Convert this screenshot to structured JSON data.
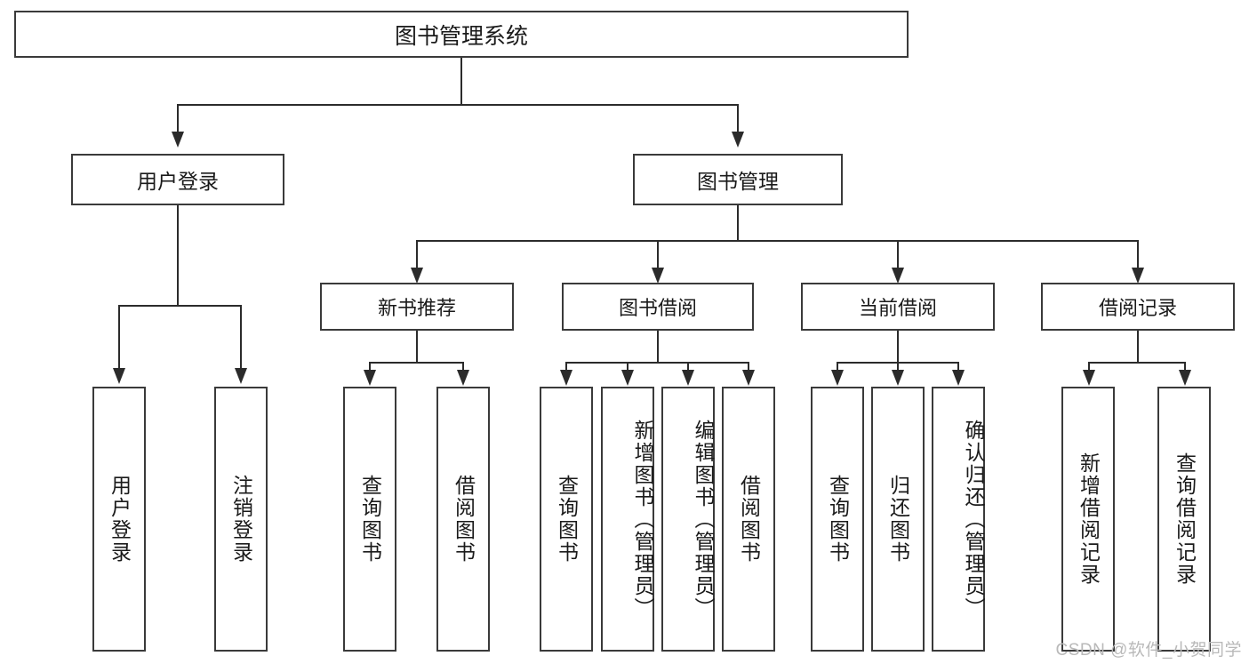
{
  "diagram": {
    "title": "图书管理系统",
    "watermark": "CSDN @软件_小贺同学",
    "type": "tree-hierarchy-diagram",
    "colors": {
      "box_border": "#3a3a3a",
      "connector": "#2b2b2b",
      "background": "#ffffff",
      "text": "#1a1a1a",
      "watermark": "#b9b9b9"
    },
    "root": {
      "label": "图书管理系统"
    },
    "level1": [
      {
        "id": "user-login",
        "label": "用户登录"
      },
      {
        "id": "book-management",
        "label": "图书管理"
      }
    ],
    "level2": [
      {
        "id": "new-book-recommend",
        "label": "新书推荐",
        "parent": "book-management"
      },
      {
        "id": "book-borrow",
        "label": "图书借阅",
        "parent": "book-management"
      },
      {
        "id": "current-borrow",
        "label": "当前借阅",
        "parent": "book-management"
      },
      {
        "id": "borrow-record",
        "label": "借阅记录",
        "parent": "book-management"
      }
    ],
    "leaves": [
      {
        "id": "leaf-user-login",
        "label": "用户登录",
        "parent": "user-login"
      },
      {
        "id": "leaf-logout-login",
        "label": "注销登录",
        "parent": "user-login"
      },
      {
        "id": "leaf-query-book-1",
        "label": "查询图书",
        "parent": "new-book-recommend"
      },
      {
        "id": "leaf-borrow-book-1",
        "label": "借阅图书",
        "parent": "new-book-recommend"
      },
      {
        "id": "leaf-query-book-2",
        "label": "查询图书",
        "parent": "book-borrow"
      },
      {
        "id": "leaf-add-book-admin",
        "label": "新增图书（管理员）",
        "parent": "book-borrow"
      },
      {
        "id": "leaf-edit-book-admin",
        "label": "编辑图书（管理员）",
        "parent": "book-borrow"
      },
      {
        "id": "leaf-borrow-book-2",
        "label": "借阅图书",
        "parent": "book-borrow"
      },
      {
        "id": "leaf-query-book-3",
        "label": "查询图书",
        "parent": "current-borrow"
      },
      {
        "id": "leaf-return-book",
        "label": "归还图书",
        "parent": "current-borrow"
      },
      {
        "id": "leaf-confirm-return-admin",
        "label": "确认归还（管理员）",
        "parent": "current-borrow"
      },
      {
        "id": "leaf-add-borrow-record",
        "label": "新增借阅记录",
        "parent": "borrow-record"
      },
      {
        "id": "leaf-query-borrow-record",
        "label": "查询借阅记录",
        "parent": "borrow-record"
      }
    ]
  }
}
